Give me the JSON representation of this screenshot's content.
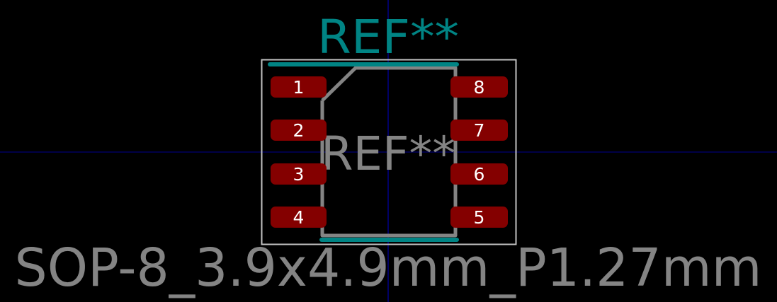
{
  "footprint": {
    "reference_top": "REF**",
    "reference_fab": "REF**",
    "value": "SOP-8_3.9x4.9mm_P1.27mm",
    "pads": [
      {
        "number": "1",
        "side": "left"
      },
      {
        "number": "2",
        "side": "left"
      },
      {
        "number": "3",
        "side": "left"
      },
      {
        "number": "4",
        "side": "left"
      },
      {
        "number": "5",
        "side": "right"
      },
      {
        "number": "6",
        "side": "right"
      },
      {
        "number": "7",
        "side": "right"
      },
      {
        "number": "8",
        "side": "right"
      }
    ]
  },
  "colors": {
    "background": "#000000",
    "silkscreen": "#008484",
    "fab": "#848484",
    "courtyard": "#c2c2c2",
    "pad": "#840000",
    "pad_text": "#ffffff",
    "axis": "#0000c8"
  }
}
